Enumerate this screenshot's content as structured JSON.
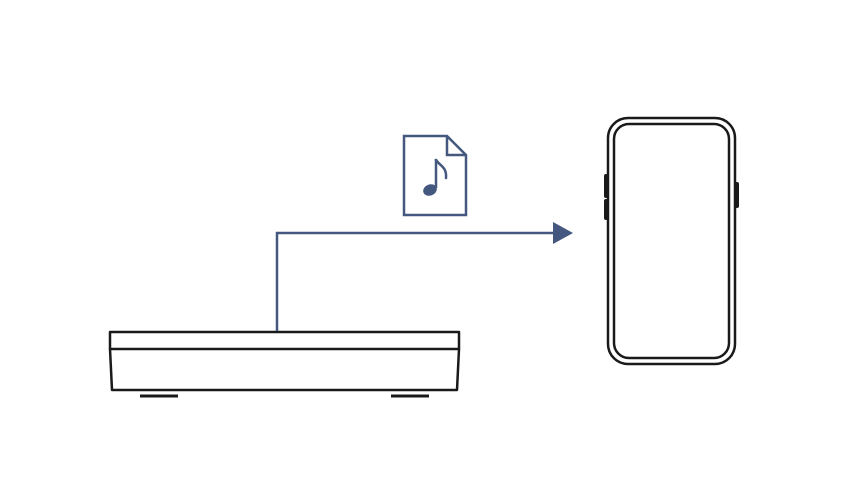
{
  "diagram": {
    "colors": {
      "background": "#ffffff",
      "device_stroke": "#1a1a1a",
      "accent": "#44587f"
    },
    "nodes": [
      {
        "id": "soundbar",
        "icon": "soundbar-icon"
      },
      {
        "id": "music-file",
        "icon": "music-file-icon",
        "glyph": "music-note"
      },
      {
        "id": "smartphone",
        "icon": "smartphone-icon"
      }
    ],
    "connections": [
      {
        "from": "soundbar",
        "to": "smartphone",
        "style": "elbow-arrow",
        "carries": "music-file"
      }
    ]
  }
}
